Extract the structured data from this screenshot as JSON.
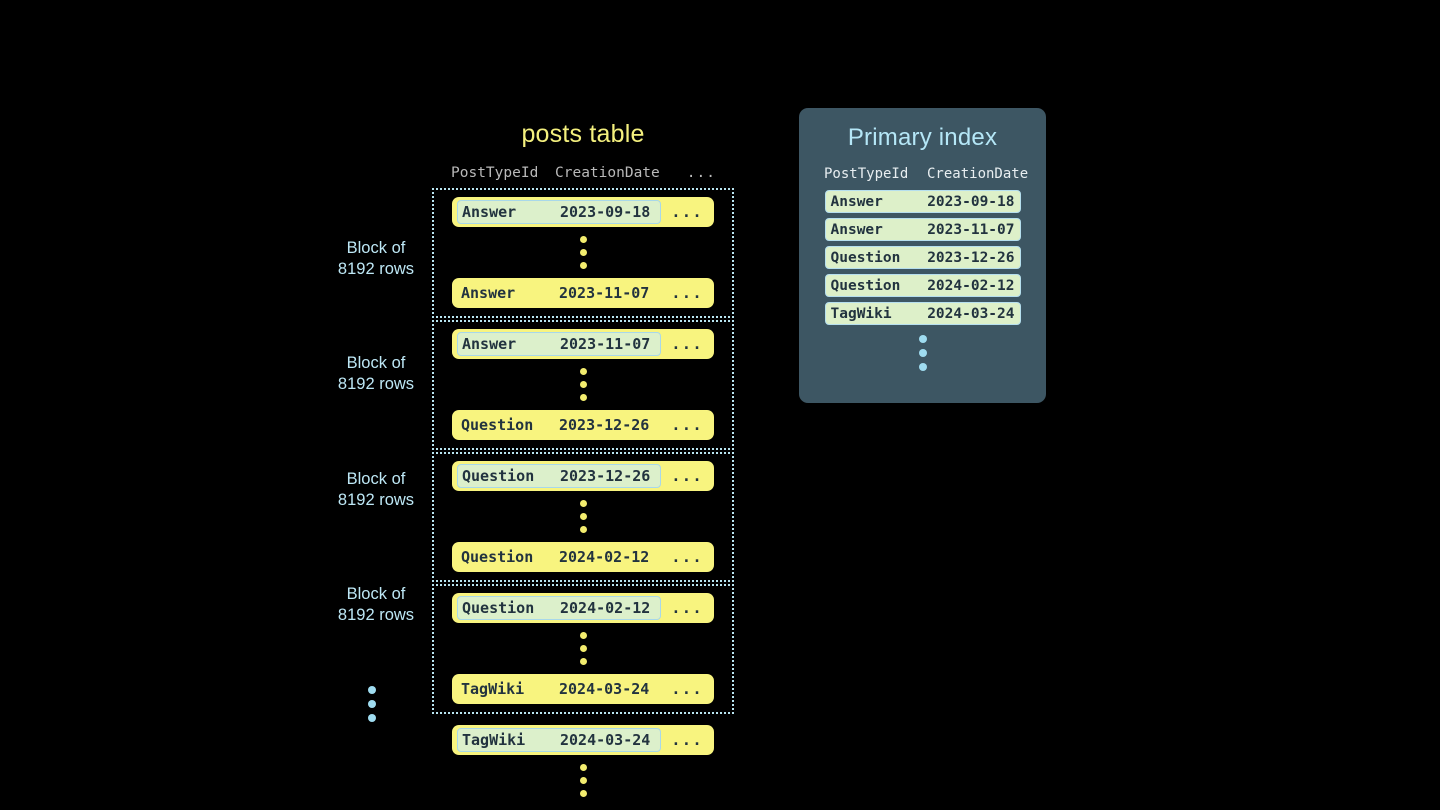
{
  "posts_table": {
    "title": "posts table",
    "columns": [
      "PostTypeId",
      "CreationDate",
      "..."
    ],
    "blocks": [
      {
        "label": "Block of\n8192 rows",
        "first_row": {
          "post_type_id": "Answer",
          "creation_date": "2023-09-18",
          "more": "...",
          "highlighted": true
        },
        "last_row": {
          "post_type_id": "Answer",
          "creation_date": "2023-11-07",
          "more": "...",
          "highlighted": false
        }
      },
      {
        "label": "Block of\n8192 rows",
        "first_row": {
          "post_type_id": "Answer",
          "creation_date": "2023-11-07",
          "more": "...",
          "highlighted": true
        },
        "last_row": {
          "post_type_id": "Question",
          "creation_date": "2023-12-26",
          "more": "...",
          "highlighted": false
        }
      },
      {
        "label": "Block of\n8192 rows",
        "first_row": {
          "post_type_id": "Question",
          "creation_date": "2023-12-26",
          "more": "...",
          "highlighted": true
        },
        "last_row": {
          "post_type_id": "Question",
          "creation_date": "2024-02-12",
          "more": "...",
          "highlighted": false
        }
      },
      {
        "label": "Block of\n8192 rows",
        "first_row": {
          "post_type_id": "Question",
          "creation_date": "2024-02-12",
          "more": "...",
          "highlighted": true
        },
        "last_row": {
          "post_type_id": "TagWiki",
          "creation_date": "2024-03-24",
          "more": "...",
          "highlighted": false
        }
      }
    ],
    "tail_row": {
      "post_type_id": "TagWiki",
      "creation_date": "2024-03-24",
      "more": "...",
      "highlighted": true
    }
  },
  "primary_index": {
    "title": "Primary index",
    "columns": [
      "PostTypeId",
      "CreationDate"
    ],
    "rows": [
      {
        "post_type_id": "Answer",
        "creation_date": "2023-09-18"
      },
      {
        "post_type_id": "Answer",
        "creation_date": "2023-11-07"
      },
      {
        "post_type_id": "Question",
        "creation_date": "2023-12-26"
      },
      {
        "post_type_id": "Question",
        "creation_date": "2024-02-12"
      },
      {
        "post_type_id": "TagWiki",
        "creation_date": "2024-03-24"
      }
    ]
  },
  "colors": {
    "background": "#000000",
    "row_yellow": "#f8f47f",
    "highlight_mint": "#dcf0cb",
    "highlight_border": "#a8d8ea",
    "accent_blue": "#bde7f5",
    "title_yellow": "#f4f07e",
    "panel_slate": "#3d5663",
    "dot_yellow": "#f2ec6e",
    "dot_blue": "#9fdcf0"
  }
}
